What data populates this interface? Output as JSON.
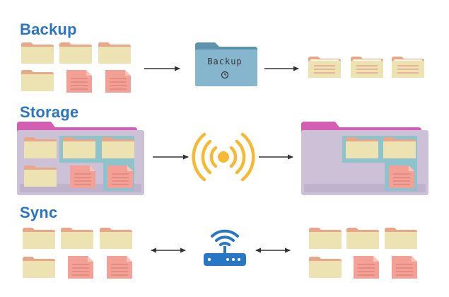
{
  "sections": {
    "backup": {
      "title": "Backup"
    },
    "storage": {
      "title": "Storage"
    },
    "sync": {
      "title": "Sync"
    }
  },
  "backup_folder": {
    "label": "Backup"
  },
  "icons": {
    "folder": "folder-icon",
    "document": "document-icon",
    "archive": "archive-folder-icon",
    "clock": "clock-icon",
    "wireless": "wireless-signal-icon",
    "router": "wifi-router-icon",
    "arrow": "arrow-right-icon",
    "two_way_arrow": "two-way-arrow-icon"
  },
  "colors": {
    "heading": "#2a74c4",
    "folder_back": "#e8a789",
    "folder_front": "#ede3b2",
    "document": "#f3a096",
    "archive": "#86b6ce",
    "storage_case": "#ccc1d6",
    "storage_tab": "#d45fb2",
    "storage_panel": "#8fc3cc",
    "signal": "#f5b933",
    "router": "#2877c6"
  }
}
